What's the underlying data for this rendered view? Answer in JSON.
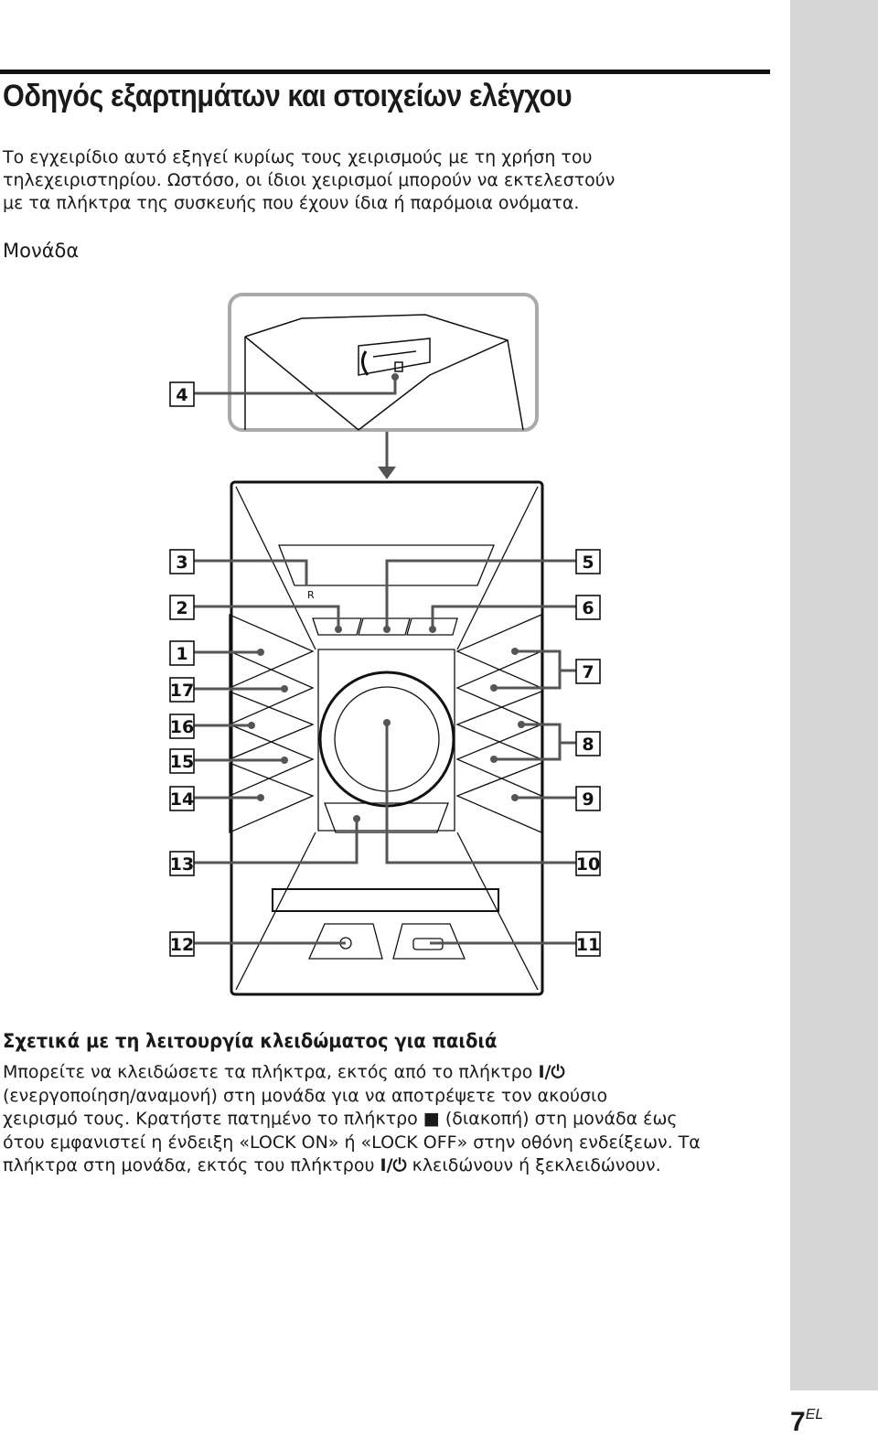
{
  "page": {
    "title": "Οδηγός εξαρτημάτων και στοιχείων ελέγχου",
    "intro_lines": [
      "Το εγχειρίδιο αυτό εξηγεί κυρίως τους χειρισμούς με τη χρήση του",
      "τηλεχειριστηρίου. Ωστόσο, οι ίδιοι χειρισμοί μπορούν να εκτελεστούν",
      "με τα πλήκτρα της συσκευής που έχουν ίδια ή παρόμοια ονόματα."
    ],
    "unit_heading": "Μονάδα",
    "callouts": [
      "1",
      "2",
      "3",
      "4",
      "5",
      "6",
      "7",
      "8",
      "9",
      "10",
      "11",
      "12",
      "13",
      "14",
      "15",
      "16",
      "17"
    ],
    "display_mark": "R",
    "section_heading": "Σχετικά με τη λειτουργία κλειδώματος για παιδιά",
    "body": {
      "l1": "Μπορείτε να κλειδώσετε τα πλήκτρα, εκτός από το πλήκτρο ",
      "l2": "(ενεργοποίηση/αναμονή) στη μονάδα για να αποτρέψετε τον ακούσιο",
      "l3a": "χειρισμό τους. Κρατήστε πατημένο το πλήκτρο ",
      "l3b": " (διακοπή) στη μονάδα έως",
      "l4": "ότου εμφανιστεί η ένδειξη «LOCK ON» ή «LOCK OFF» στην οθόνη ενδείξεων. Τα",
      "l5a": "πλήκτρα στη μονάδα, εκτός του πλήκτρου ",
      "l5b": " κλειδώνουν ή ξεκλειδώνουν."
    },
    "power_symbol": "I/⏻",
    "stop_symbol": "■",
    "page_number": "7",
    "page_suffix": "EL"
  }
}
